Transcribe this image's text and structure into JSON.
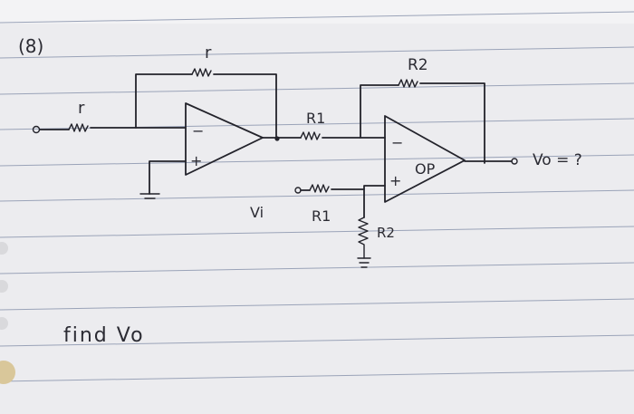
{
  "problem_number": "(8)",
  "question": "find Vo",
  "labels": {
    "r_top": "r",
    "r_in": "r",
    "r1_top": "R1",
    "r1_bottom": "R1",
    "r2_top": "R2",
    "r2_ground": "R2",
    "opamp1_minus": "−",
    "opamp1_plus": "+",
    "opamp2_minus": "−",
    "opamp2_plus": "+",
    "opamp2_name": "OP",
    "vi": "Vi",
    "vo": "Vo = ?"
  }
}
